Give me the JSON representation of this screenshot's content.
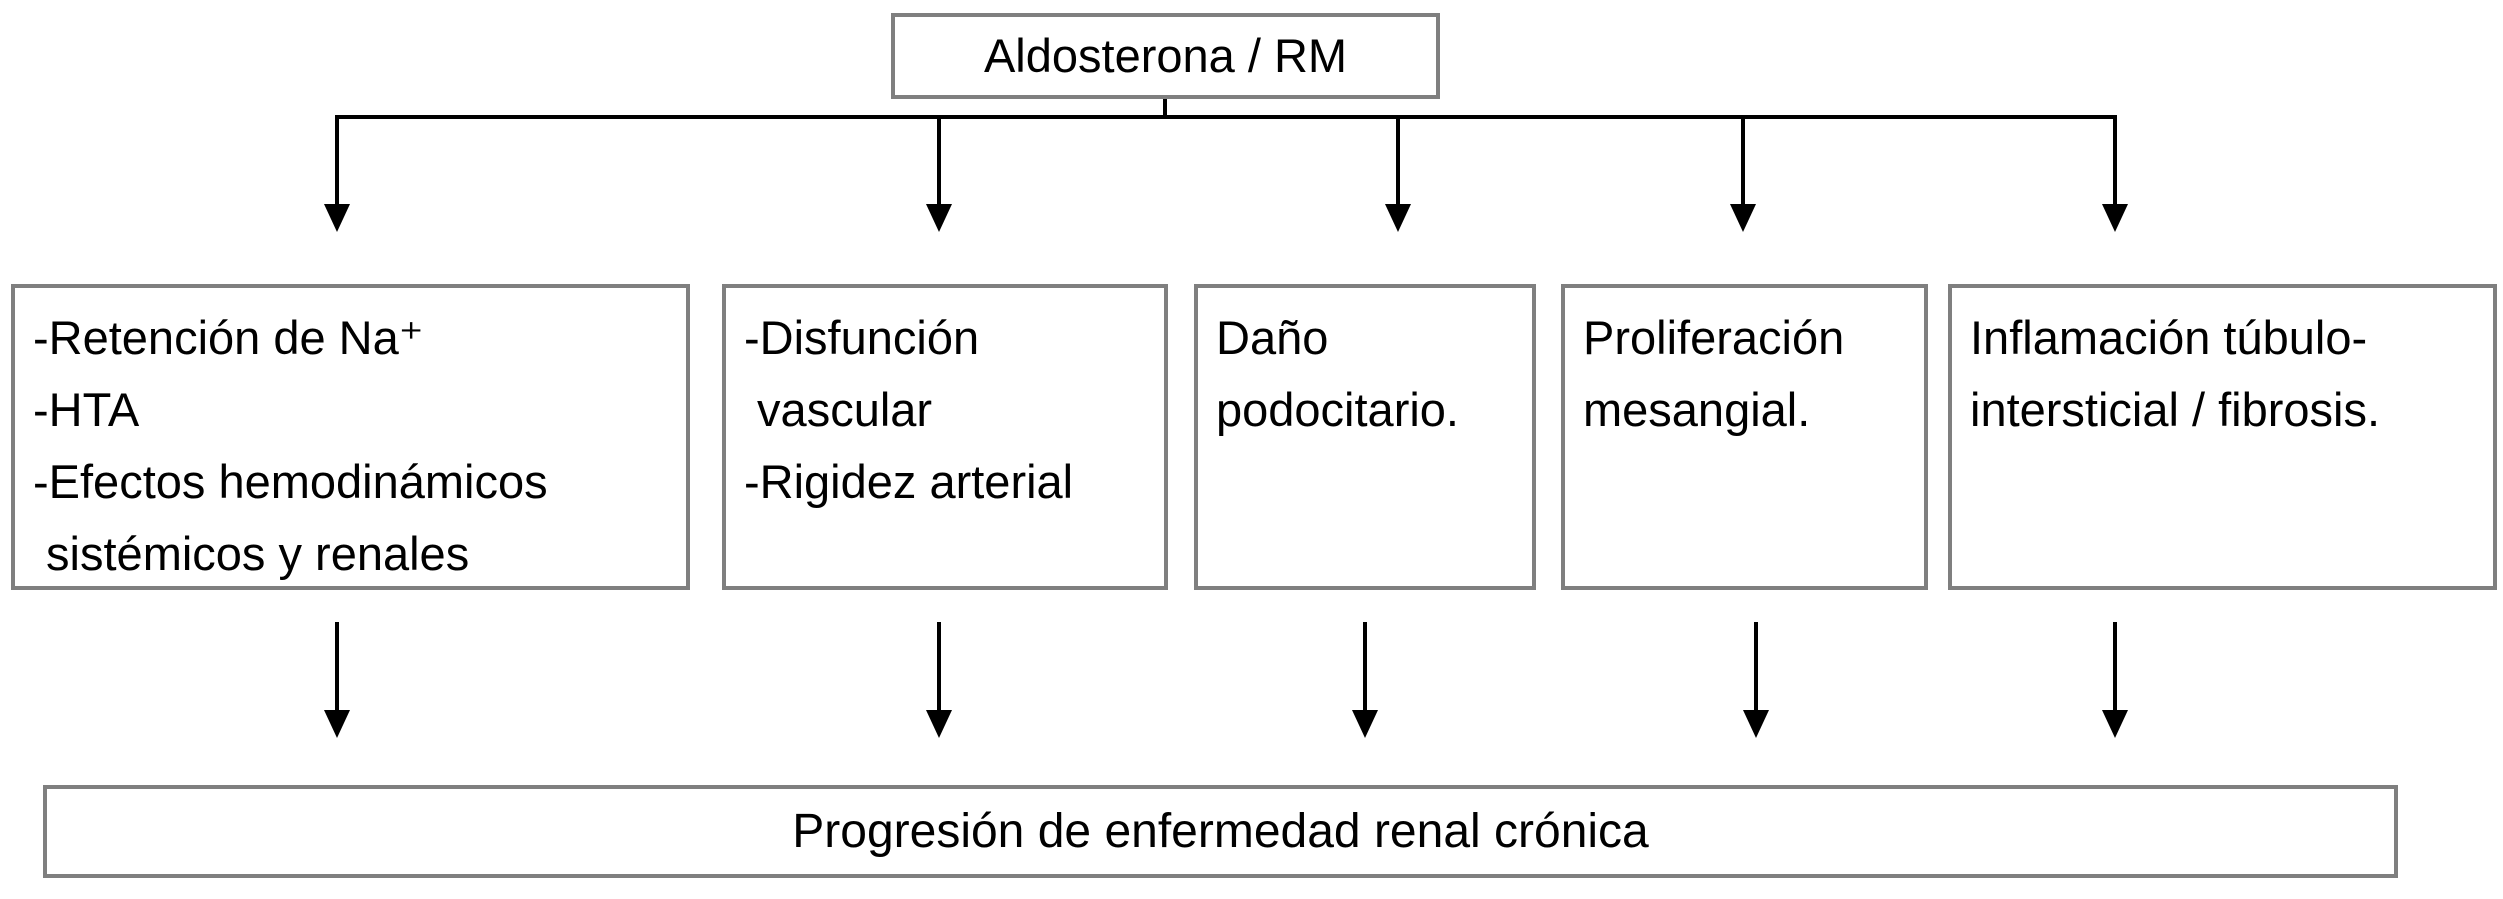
{
  "figure": {
    "title_box": "Aldosterona / RM",
    "mechanism_boxes": [
      {
        "lines": [
          "-Retención de Na⁺",
          "-HTA",
          "-Efectos hemodinámicos",
          " sistémicos y renales"
        ]
      },
      {
        "lines": [
          "-Disfunción",
          " vascular",
          "-Rigidez arterial"
        ]
      },
      {
        "lines": [
          "Daño",
          "podocitario."
        ]
      },
      {
        "lines": [
          "Proliferación",
          "mesangial."
        ]
      },
      {
        "lines": [
          "Inflamación túbulo-",
          "intersticial / fibrosis."
        ]
      }
    ],
    "outcome_box": "Progresión de enfermedad renal crónica",
    "colors": {
      "box_border": "#7f7f7f",
      "arrow": "#000000",
      "text": "#000000",
      "background": "#ffffff"
    }
  }
}
